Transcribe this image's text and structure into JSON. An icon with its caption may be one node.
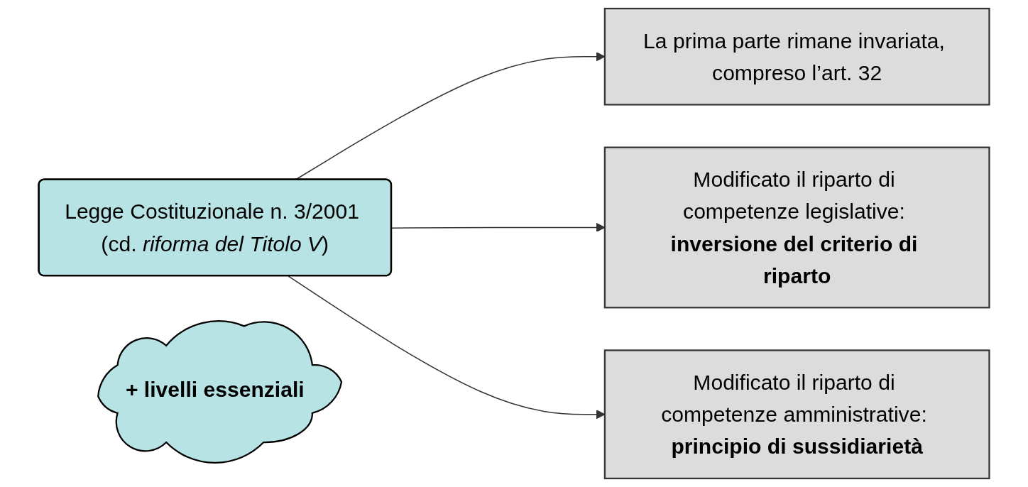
{
  "diagram": {
    "nodes": [
      {
        "text": [
          "Legge Costituzionale n. 3/2001 (cd. *riforma del Titolo V*)"
        ]
      },
      {
        "text": [
          "La prima parte rimane invariata, compreso l’art. 32"
        ]
      },
      {
        "text": [
          "Modificato il riparto di competenze legislative: **inversione del criterio di riparto**"
        ]
      },
      {
        "text": [
          "Modificato il riparto di competenze amministrative: **principio di sussidiarietà**"
        ]
      },
      {
        "text": [
          "+ livelli essenziali"
        ]
      }
    ],
    "edges": [
      {
        "from": 0,
        "to": 1,
        "arrow": "to"
      },
      {
        "from": 0,
        "to": 2,
        "arrow": "to"
      },
      {
        "from": 0,
        "to": 3,
        "arrow": "to"
      }
    ]
  }
}
